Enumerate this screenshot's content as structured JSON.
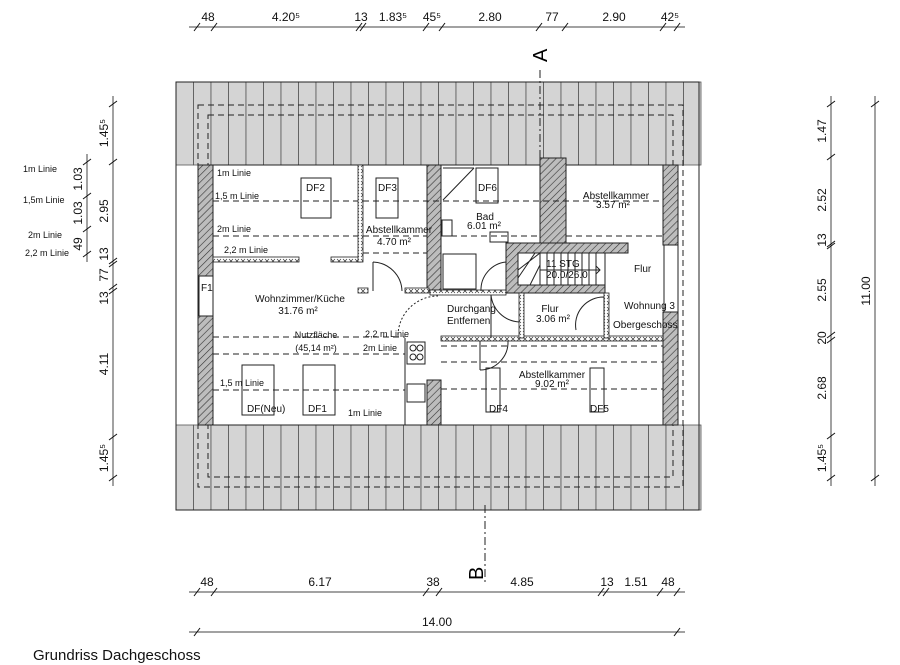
{
  "title": "Grundriss Dachgeschoss",
  "section_marks": {
    "a": "A",
    "b": "B"
  },
  "dims_top": [
    "48",
    "4.20⁵",
    "13",
    "1.83⁵",
    "45⁵",
    "2.80",
    "77",
    "2.90",
    "42⁵"
  ],
  "dims_bottom": [
    "48",
    "6.17",
    "38",
    "4.85",
    "13",
    "1.51",
    "48"
  ],
  "dims_total_width": "14.00",
  "dims_left_outer": [
    "1.45⁵",
    "2.95",
    "13",
    "77",
    "13",
    "4.11",
    "1.45⁵"
  ],
  "dims_left_inner": [
    "1.03",
    "1.03",
    "49"
  ],
  "left_line_labels": [
    "1m Linie",
    "1,5m Linie",
    "2m Linie",
    "2,2 m Linie"
  ],
  "dims_right": [
    "1.47",
    "2.52",
    "13",
    "2.55",
    "20",
    "2.68",
    "1.45⁵"
  ],
  "dims_total_height": "11.00",
  "rooms": {
    "wohnzimmer": {
      "name": "Wohnzimmer/Küche",
      "area": "31.76 m²"
    },
    "nutzflaeche": {
      "name": "Nutzfläche",
      "area": "(45,14 m²)"
    },
    "abstell1": {
      "name": "Abstellkammer",
      "area": "4.70 m²"
    },
    "bad": {
      "name": "Bad",
      "area": "6.01 m²"
    },
    "abstell2": {
      "name": "Abstellkammer",
      "area": "3.57 m²"
    },
    "flur1": {
      "name": "Flur",
      "area": "3.06 m²"
    },
    "flur2": {
      "name": "Flur"
    },
    "abstell3": {
      "name": "Abstellkammer",
      "area": "9.02 m²"
    },
    "durchgang": {
      "line1": "Durchgang",
      "line2": "Entfernen"
    },
    "stair": {
      "line1": "11 STG",
      "line2": "20.0/26.0"
    },
    "wohnung": {
      "name": "Wohnung 3",
      "sub": "Obergeschoss"
    }
  },
  "windows": [
    "DF2",
    "DF3",
    "DF6",
    "DF(Neu)",
    "DF1",
    "DF4",
    "DF5",
    "F1"
  ],
  "inner_lines": {
    "l1": "1m Linie",
    "l15": "1,5 m Linie",
    "l2": "2m Linie",
    "l22": "2,2 m Linie",
    "l22b": "2,2 m Linie",
    "l2b": "2m Linie",
    "l15b": "1,5 m Linie",
    "l1b": "1m Linie"
  }
}
